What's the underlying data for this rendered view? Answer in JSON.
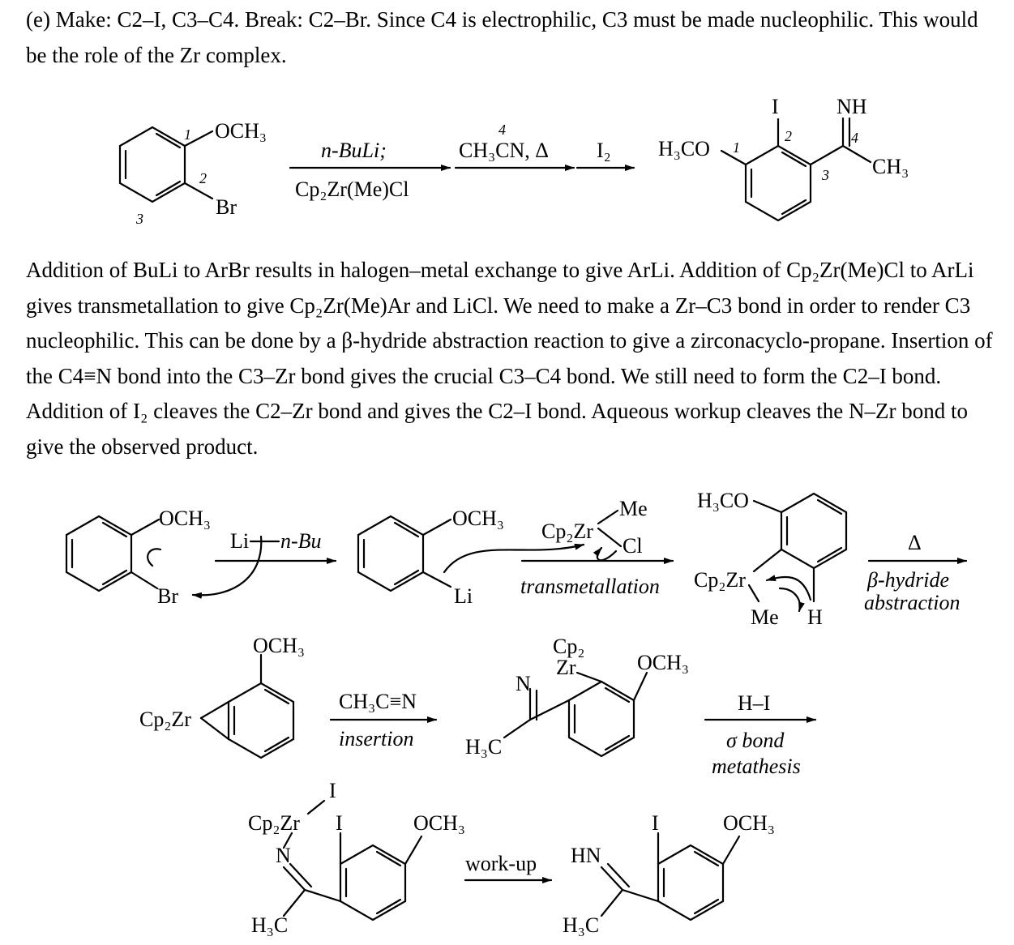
{
  "intro": {
    "text": "(e) Make: C2–I, C3–C4.  Break: C2–Br.  Since C4 is electrophilic, C3 must be made nucleophilic.  This would be the role of the Zr complex."
  },
  "paragraph": {
    "sentences": [
      "Addition of BuLi to ArBr results in halogen–metal exchange to give ArLi.",
      "Addition of Cp₂Zr(Me)Cl to ArLi gives transmetallation to give Cp₂Zr(Me)Ar and LiCl.",
      "We need to make a Zr–C3 bond in order to render C3 nucleophilic.",
      "This can be done by a β-hydride abstraction reaction to give a zirconacyclo-propane.",
      "Insertion of the C4≡N bond into the C3–Zr bond gives the crucial C3–C4 bond.",
      "We still need to form the C2–I bond.",
      "Addition of I₂ cleaves the C2–Zr bond and gives the C2–I bond.",
      "Aqueous workup cleaves the N–Zr bond to give the observed product."
    ]
  },
  "overview": {
    "start_och3": "OCH₃",
    "start_br": "Br",
    "num1": "1",
    "num2": "2",
    "num3": "3",
    "num4": "4",
    "reagent1": "n-BuLi;",
    "reagent2": "Cp₂Zr(Me)Cl",
    "reagent3": "CH₃CN, Δ",
    "reagent4": "I₂",
    "product_h3co": "H₃CO",
    "product_i": "I",
    "product_nh": "NH",
    "product_ch3": "CH₃"
  },
  "mechanism": {
    "och3": "OCH₃",
    "br": "Br",
    "li": "Li",
    "li_reagent": "n-Bu",
    "cp2zr": "Cp₂Zr",
    "me": "Me",
    "cl": "Cl",
    "h3co": "H₃CO",
    "h": "H",
    "transmetallation": "transmetallation",
    "delta": "Δ",
    "beta_hydride_1": "β-hydride",
    "beta_hydride_2": "abstraction",
    "nitrile": "CH₃C≡N",
    "insertion": "insertion",
    "cp2": "Cp₂",
    "zr": "Zr",
    "n": "N",
    "h3c": "H₃C",
    "hi": "H–I",
    "sigma_bond": "σ bond",
    "metathesis": "metathesis",
    "i": "I",
    "workup": "work-up",
    "hn": "HN"
  }
}
